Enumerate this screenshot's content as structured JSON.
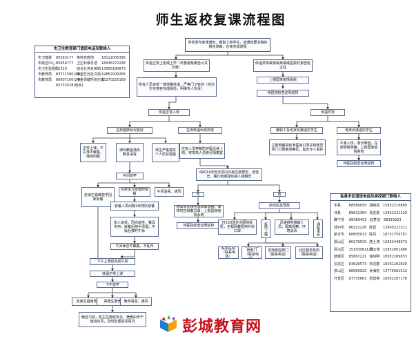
{
  "title": "师生返校复课流程图",
  "flow": {
    "top": "学校发布复课通知，教职工和学生，按通知要求做好相应准备，在家完成返程",
    "normal_home": "体温正常上班或上学（尽量避免乘坐公共交通）",
    "abnormal_home": "体温异常或家属离或或医院时报告班主任",
    "report_system": "上报国家疫情系统",
    "wait_healthy": "待医院检查证明返校",
    "gate_check": "所有人员进校一律测量体温，严格门卫管控（自治生在宿舍完成晨检，明确专人负责）",
    "temp_normal_enter": "体温正常入校",
    "temp_abnormal": "体温异常",
    "in_school_health": "在校健康状况良好",
    "in_school_abnormal": "在校体温出现异常",
    "staff_abnormal": "教职工及无家长接送的学生",
    "parent_pickup": "有家长接送的学生",
    "n1": "正常上课，不扎堆不聚集，保持间距",
    "n2": "课间教室通风教具消毒",
    "n3": "师生严格落实个人防护措施",
    "isolate": "应急人员穿戴防护服迅速上岗，将发热人员移至隔离室",
    "isolate2": "立即佩戴高标准医用口罩并转移至校门口隔离观察区，指定专人看护",
    "pickup2": "不准入校，家长带回，在家隔离观察，上报国家疫情系统",
    "pickup_return": "待医院检查证明返校",
    "noon": "午间放学",
    "cond": "询问14天有无境内外疫区旅居史、途径史，确诊者或疑似病人接触史",
    "no": "无",
    "yes": "有",
    "lunch_home": "走读生错峰放学回家就餐",
    "boarding": "在校生分批错时就餐",
    "nap": "午间消毒、通风",
    "meal": "就餐人员间隔1米排队取餐",
    "meal_rule": "单人单桌，同向就坐，餐具专用，就餐后随手清理，午饭后按时午休",
    "meal_end": "午间休息不聚集、不乱伴",
    "no_case": "通知家长接回家隔离观察，离校时应佩戴口罩，上报国家疫情系统",
    "no_return": "待医院检查证明返校",
    "emergency": "启动应急预案",
    "e1": "打120送定点医院就医，全程佩戴医用外科口罩",
    "e2": "疫情上报",
    "e3": "迅速排查接触人员，隔离观察，环境消毒",
    "e4": "通知家长",
    "e5": "报教育主管部门（联系电话）",
    "e6": "报区卫生健康局（联系电话）",
    "e7": "当地疾控部门（联系电话）",
    "e8": "社区服务机构（联系电话）",
    "e9": "联系医院（联系电话）",
    "pm_check": "下午上课前完成午检",
    "pm_normal": "体温正常上课",
    "pm_dismiss": "下午放学",
    "pm_a": "走读生错峰放学",
    "pm_b": "寄宿生宿舍",
    "pm_c": "晚间消毒、通风",
    "night": "晚自习前，班主任值班负责，宿舍由专干值班负责，及时处理突发情况"
  },
  "left_panel": {
    "title": "市卫生教育部门值班电话及联络人",
    "rows": [
      [
        "市卫健委",
        "85583177",
        "疾控安教他",
        "18112005356"
      ],
      [
        "市疾控中心",
        "85956777",
        "卫生科蔡丹浩",
        "18936372238"
      ],
      [
        "市卫生监督所",
        "12320",
        "综合业务处黄娟",
        "13685180873"
      ],
      [
        "市教育局",
        "83711580(24h)",
        "体卫艺处社文娟",
        "19852009266"
      ],
      [
        "市教育局",
        "80807160(24h)",
        "卫生保健所张应成",
        "13270225169"
      ],
      [
        "",
        "83733328(夜间)",
        "",
        ""
      ]
    ]
  },
  "right_panel": {
    "title": "各县市区值班电话及疾控部门联络人",
    "rows": [
      [
        "丰县",
        "68566093",
        "胡树亮",
        "15852219869"
      ],
      [
        "沛县",
        "89632364",
        "周志勤",
        "13852221229"
      ],
      [
        "睢宁县",
        "88369453",
        "赵梦洁",
        "88333923"
      ],
      [
        "邳州市",
        "86221226",
        "陈雷",
        "13605221311"
      ],
      [
        "新沂市",
        "68805013",
        "陈丹",
        "18751759751"
      ],
      [
        "铜山区",
        "80279529",
        "唐士涛",
        "13852448973"
      ],
      [
        "贾汪区",
        "15150061123",
        "吴云侠",
        "15852001686"
      ],
      [
        "鼓楼区",
        "85867221",
        "徐晓明",
        "18952269053"
      ],
      [
        "云龙区",
        "83826573",
        "宋兆群",
        "18361262820"
      ],
      [
        "泉山区",
        "68959922",
        "吴海宏",
        "13775981512"
      ],
      [
        "开发区",
        "87735663",
        "张建英",
        "18952267178"
      ]
    ]
  },
  "logo": {
    "text": "彭城教育网",
    "icon": "colorful-book-icon"
  },
  "colors": {
    "border": "#5b6b8c",
    "line": "#333333",
    "logo_red": "#c3121e"
  }
}
